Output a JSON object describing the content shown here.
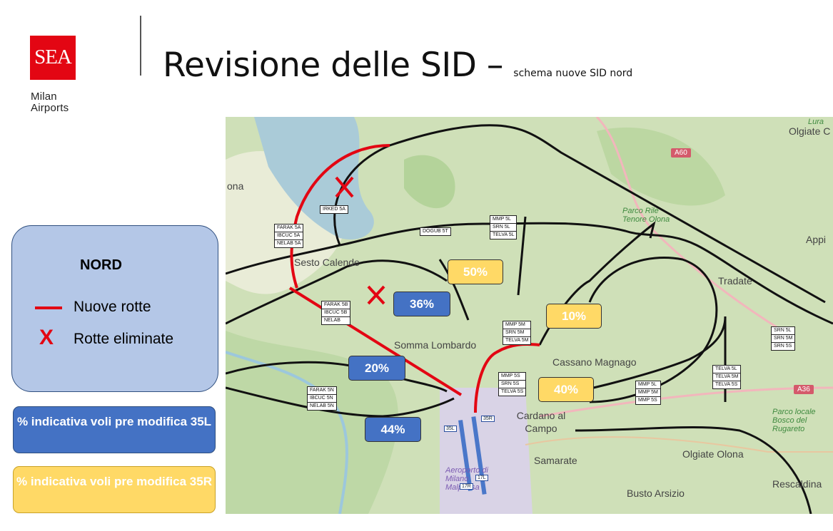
{
  "brand": {
    "logo_text": "SEA",
    "logo_sub": "Milan Airports",
    "color": "#e30613"
  },
  "title": {
    "main": "Revisione delle SID – ",
    "sub": "schema nuove SID nord"
  },
  "legend": {
    "title": "NORD",
    "new_routes": "Nuove rotte",
    "removed_marker": "X",
    "removed_routes": "Rotte eliminate"
  },
  "notes": {
    "blue": "% indicativa voli pre modifica 35L",
    "yellow": "% indicativa voli pre modifica 35R"
  },
  "colors": {
    "blue": "#4472c4",
    "yellow": "#ffd966",
    "red": "#e30613",
    "route": "#111111"
  },
  "percentages": {
    "p50": "50%",
    "p36": "36%",
    "p10": "10%",
    "p20": "20%",
    "p40": "40%",
    "p44": "44%"
  },
  "waypoints": {
    "irked": [
      "IRKED 5A"
    ],
    "dogub": [
      "DOGUB 5T"
    ],
    "mmp_top": [
      "MMP 5L",
      "SRN 5L",
      "TELVA 5L"
    ],
    "farak_a": [
      "FARAK 5A",
      "IBCUC 5A",
      "NELAB 5A"
    ],
    "farak_b": [
      "FARAK 5B",
      "IBCUC 5B",
      "NELAB"
    ],
    "mmp_mid": [
      "MMP 5M",
      "SRN 5M",
      "TELVA 5M"
    ],
    "srn_right": [
      "SRN 5L",
      "SRN 5M",
      "SRN 5S"
    ],
    "farak_n": [
      "FARAK 5N",
      "IBCUC 5N",
      "NELAB 5N"
    ],
    "mmp_s": [
      "MMP 5S",
      "SRN 5S",
      "TELVA 5S"
    ],
    "mmp_lower": [
      "MMP 5L",
      "MMP 5M",
      "MMP 5S"
    ],
    "telva_right": [
      "TELVA 5L",
      "TELVA 5M",
      "TELVA 5S"
    ]
  },
  "runways": {
    "r35l": "35L",
    "r35r": "35R",
    "r17l": "17L",
    "r17r": "17R"
  },
  "places": {
    "olgiate_top": "Olgiate C",
    "lura": "Lura",
    "ona": "ona",
    "sesto": "Sesto Calende",
    "somma": "Somma Lombardo",
    "cassano": "Cassano Magnago",
    "tradate": "Tradate",
    "appi": "Appi",
    "cardano": "Cardano al Campo",
    "samarate": "Samarate",
    "olgiate_olona": "Olgiate Olona",
    "busto": "Busto Arsizio",
    "rescaldina": "Rescaldina",
    "parco_rile": "Parco Rile Tenore Olona",
    "parco_bosco": "Parco locale Bosco del Rugareto",
    "aeroporto": "Aeroporto di Milano Malpensa"
  },
  "roads": {
    "a60": "A60",
    "a36": "A36"
  }
}
